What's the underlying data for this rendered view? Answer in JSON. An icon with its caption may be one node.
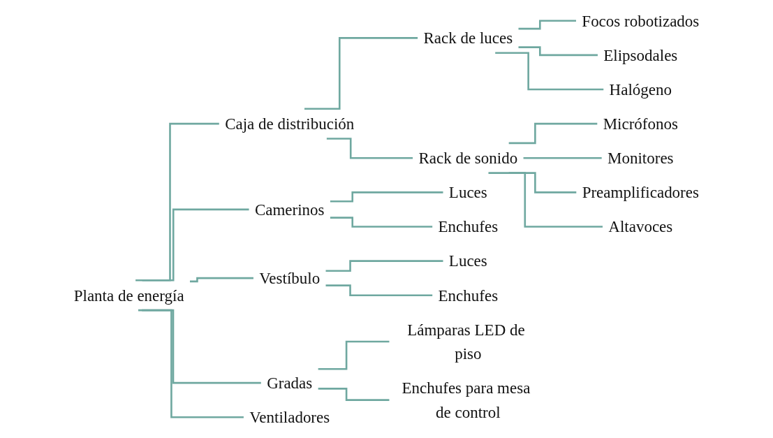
{
  "diagram": {
    "nodes": [
      {
        "text": [
          "Planta de energía"
        ]
      },
      {
        "text": [
          "Caja de distribución"
        ]
      },
      {
        "text": [
          "Rack de luces"
        ]
      },
      {
        "text": [
          "Focos robotizados"
        ]
      },
      {
        "text": [
          "Elipsodales"
        ]
      },
      {
        "text": [
          "Halógeno"
        ]
      },
      {
        "text": [
          "Rack de sonido"
        ]
      },
      {
        "text": [
          "Micrófonos"
        ]
      },
      {
        "text": [
          "Monitores"
        ]
      },
      {
        "text": [
          "Preamplificadores"
        ]
      },
      {
        "text": [
          "Altavoces"
        ]
      },
      {
        "text": [
          "Camerinos"
        ]
      },
      {
        "text": [
          "Luces"
        ]
      },
      {
        "text": [
          "Enchufes"
        ]
      },
      {
        "text": [
          "Vestíbulo"
        ]
      },
      {
        "text": [
          "Luces"
        ]
      },
      {
        "text": [
          "Enchufes"
        ]
      },
      {
        "text": [
          "Gradas"
        ]
      },
      {
        "text": [
          "Lámparas LED de piso"
        ]
      },
      {
        "text": [
          "Enchufes para mesa de control"
        ]
      },
      {
        "text": [
          "Ventiladores"
        ]
      }
    ],
    "edges": [
      {
        "from": 0,
        "to": 1,
        "arrow": "none"
      },
      {
        "from": 0,
        "to": 11,
        "arrow": "none"
      },
      {
        "from": 0,
        "to": 14,
        "arrow": "none"
      },
      {
        "from": 0,
        "to": 17,
        "arrow": "none"
      },
      {
        "from": 0,
        "to": 20,
        "arrow": "none"
      },
      {
        "from": 1,
        "to": 2,
        "arrow": "none"
      },
      {
        "from": 1,
        "to": 6,
        "arrow": "none"
      },
      {
        "from": 2,
        "to": 3,
        "arrow": "none"
      },
      {
        "from": 2,
        "to": 4,
        "arrow": "none"
      },
      {
        "from": 2,
        "to": 5,
        "arrow": "none"
      },
      {
        "from": 6,
        "to": 7,
        "arrow": "none"
      },
      {
        "from": 6,
        "to": 8,
        "arrow": "none"
      },
      {
        "from": 6,
        "to": 9,
        "arrow": "none"
      },
      {
        "from": 6,
        "to": 10,
        "arrow": "none"
      },
      {
        "from": 11,
        "to": 12,
        "arrow": "none"
      },
      {
        "from": 11,
        "to": 13,
        "arrow": "none"
      },
      {
        "from": 14,
        "to": 15,
        "arrow": "none"
      },
      {
        "from": 14,
        "to": 16,
        "arrow": "none"
      },
      {
        "from": 17,
        "to": 18,
        "arrow": "none"
      },
      {
        "from": 17,
        "to": 19,
        "arrow": "none"
      }
    ]
  }
}
